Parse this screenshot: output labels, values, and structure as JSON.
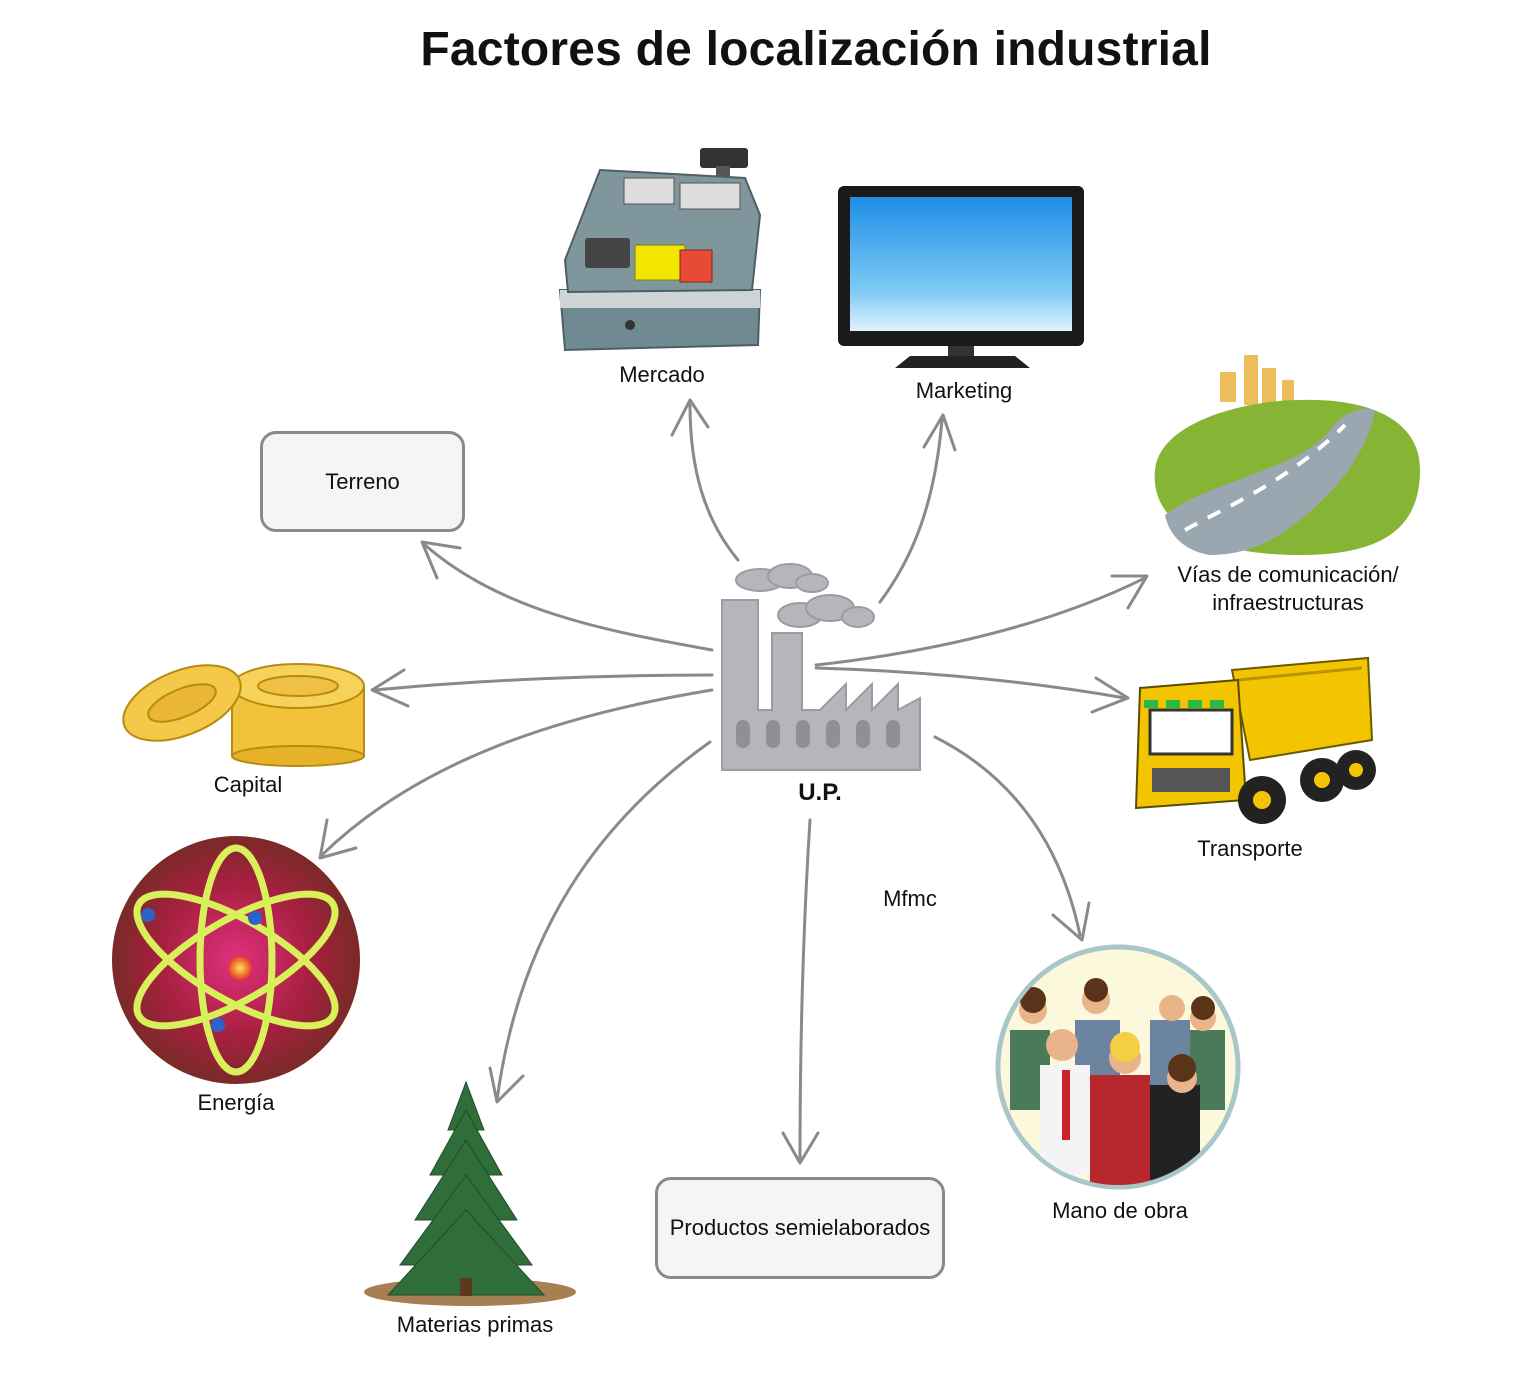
{
  "title": "Factores de localización industrial",
  "center": {
    "label": "U.P.",
    "icon": "factory-icon"
  },
  "annotation": "Mfmc",
  "factors": {
    "mercado": {
      "label": "Mercado",
      "icon": "cash-register-icon"
    },
    "marketing": {
      "label": "Marketing",
      "icon": "monitor-icon"
    },
    "terreno": {
      "label": "Terreno"
    },
    "vias": {
      "label_line1": "Vías de comunicación/",
      "label_line2": "infraestructuras",
      "icon": "road-icon"
    },
    "capital": {
      "label": "Capital",
      "icon": "coins-icon"
    },
    "transporte": {
      "label": "Transporte",
      "icon": "dump-truck-icon"
    },
    "energia": {
      "label": "Energía",
      "icon": "atom-icon"
    },
    "mano_obra": {
      "label": "Mano de obra",
      "icon": "people-group-icon"
    },
    "materias": {
      "label": "Materias primas",
      "icon": "pine-tree-icon"
    },
    "productos": {
      "label": "Productos semielaborados"
    }
  },
  "colors": {
    "arrow": "#8a8a8a",
    "box_border": "#8a8a8a",
    "box_fill": "#f5f5f5"
  }
}
